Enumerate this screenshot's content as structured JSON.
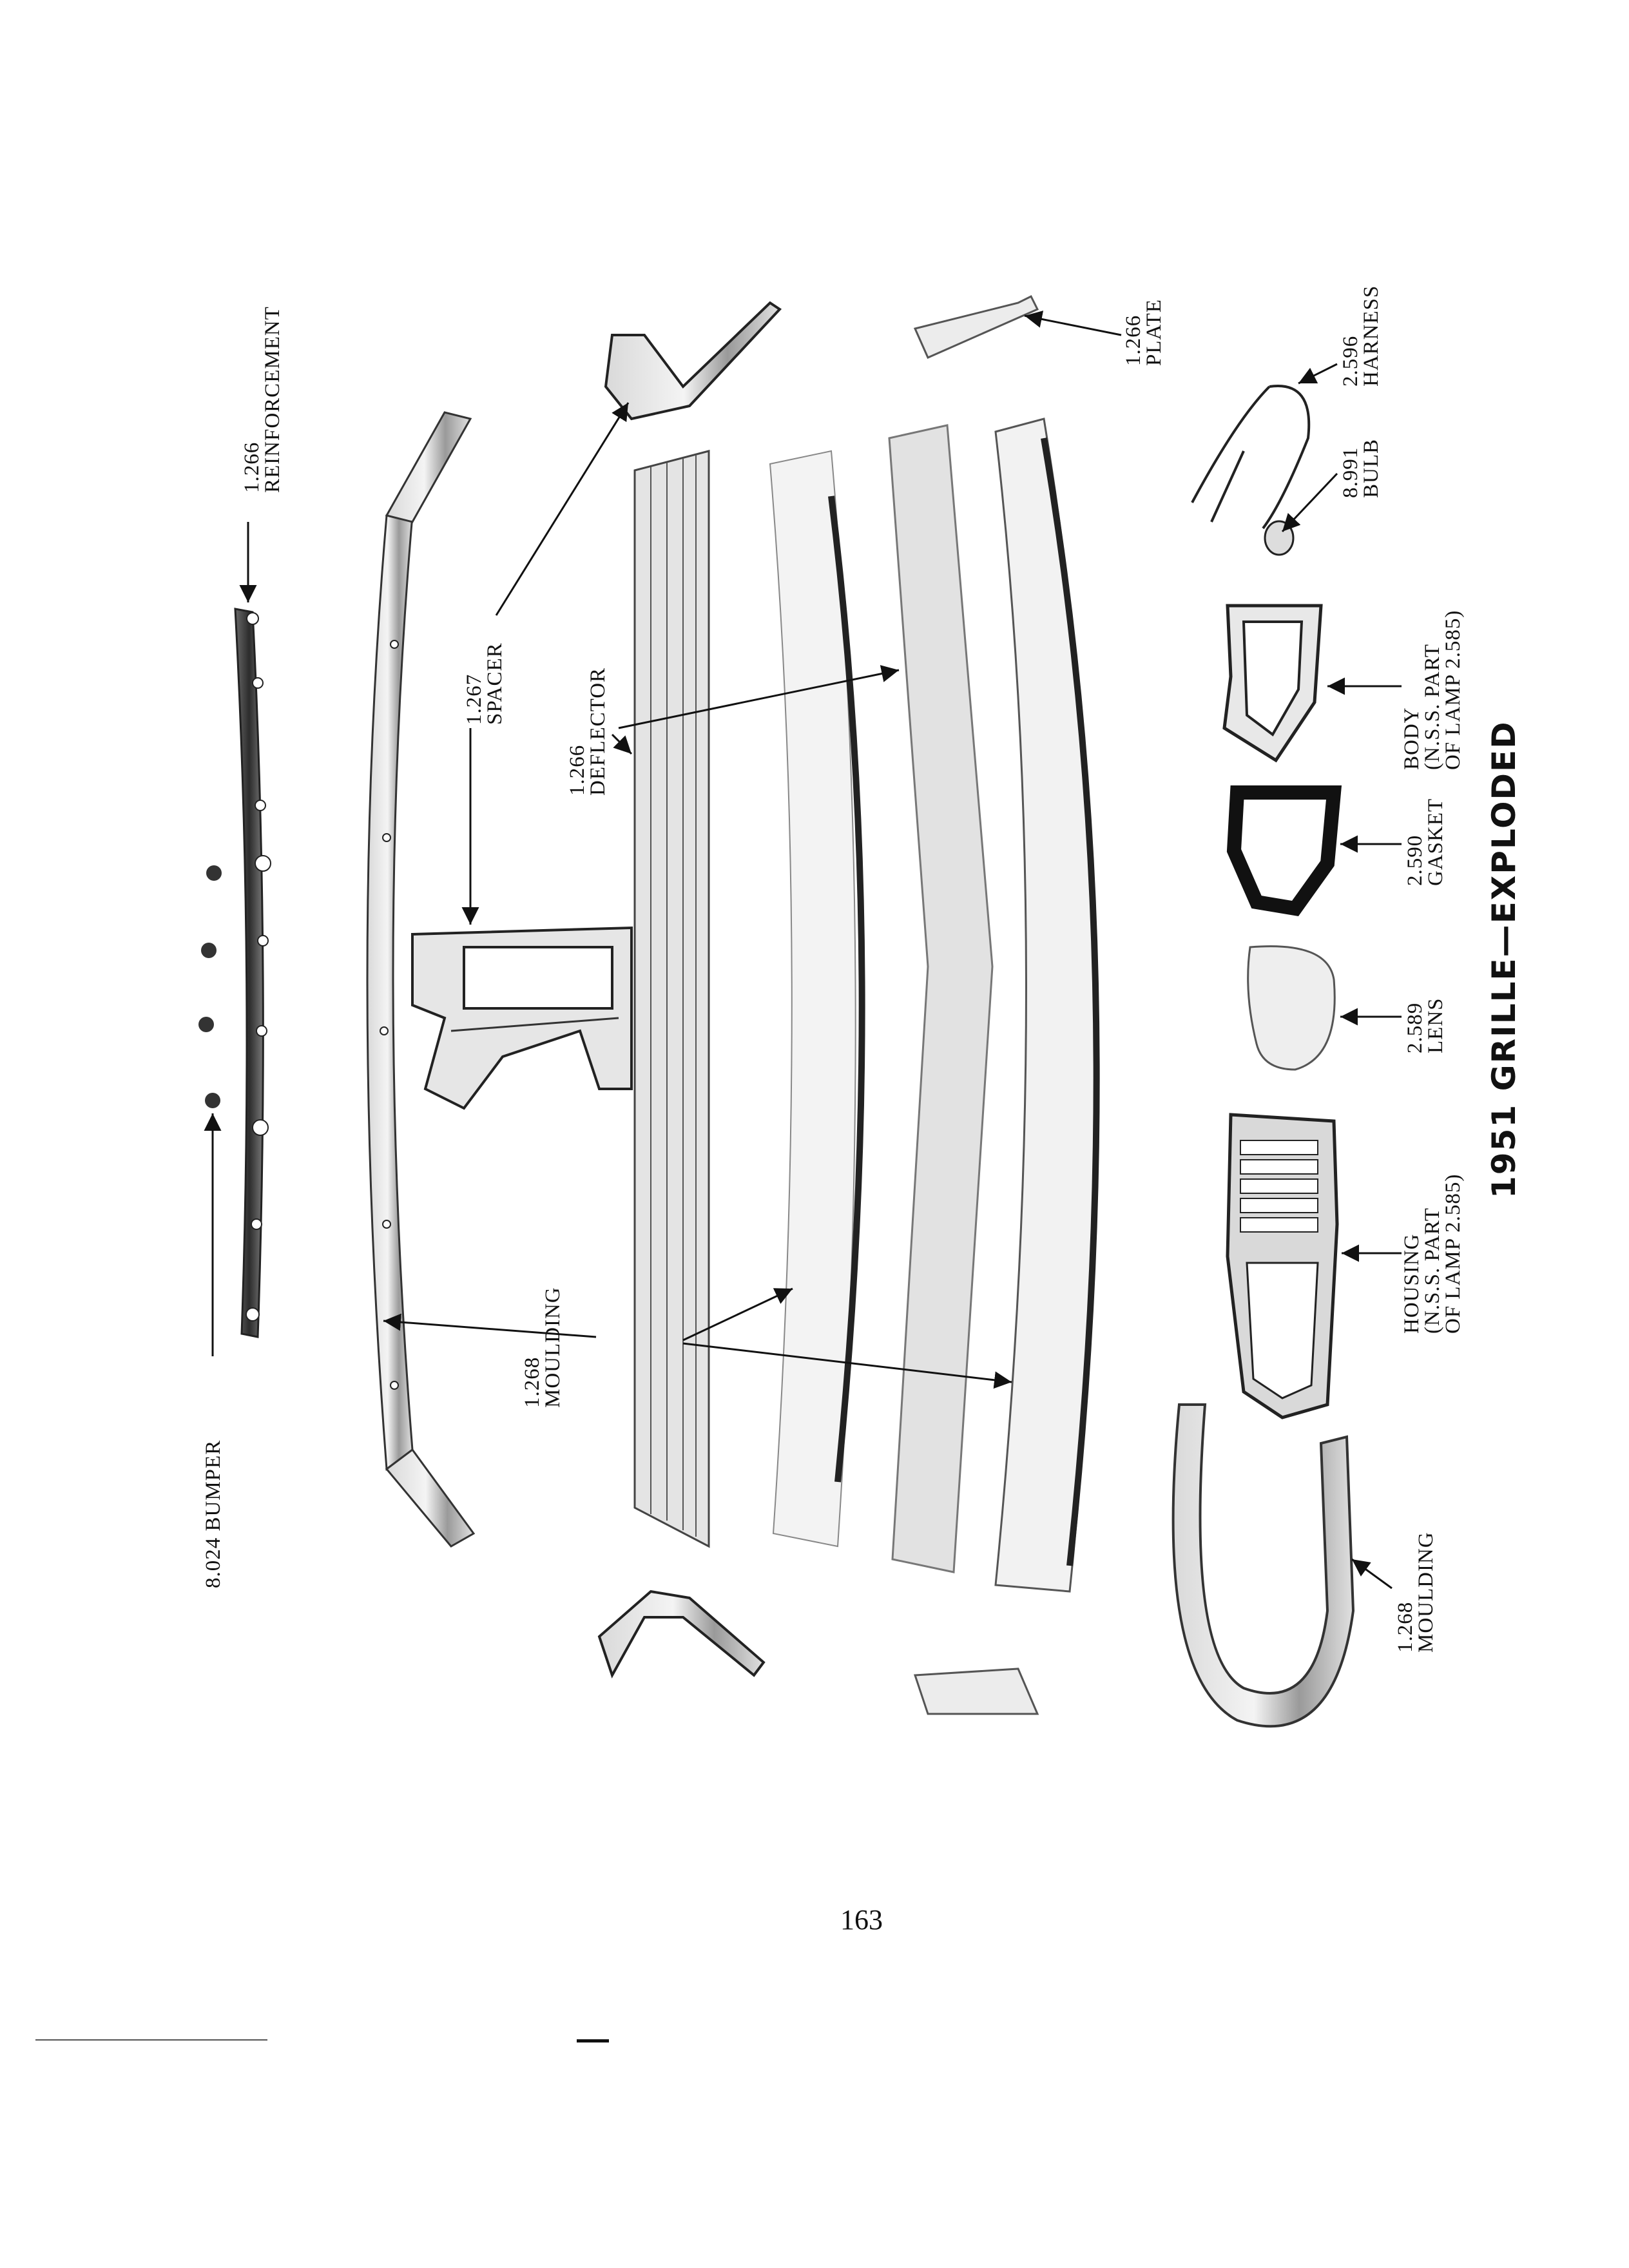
{
  "figure_title": "1951 GRILLE—EXPLODED",
  "page_number": "163",
  "labels": {
    "bumper": "8.024 BUMPER",
    "reinforcement": "1.266\nREINFORCEMENT",
    "spacer": "1.267\nSPACER",
    "deflector": "1.266\nDEFLECTOR",
    "moulding_main": "1.268\nMOULDING",
    "plate": "1.266\nPLATE",
    "harness": "2.596\nHARNESS",
    "bulb": "8.991\nBULB",
    "body": "BODY\n(N.S.S. PART\nOF LAMP 2.585)",
    "gasket": "2.590\nGASKET",
    "lens": "2.589\nLENS",
    "housing": "HOUSING\n(N.S.S. PART\nOF LAMP 2.585)",
    "moulding_end": "1.268\nMOULDING"
  }
}
